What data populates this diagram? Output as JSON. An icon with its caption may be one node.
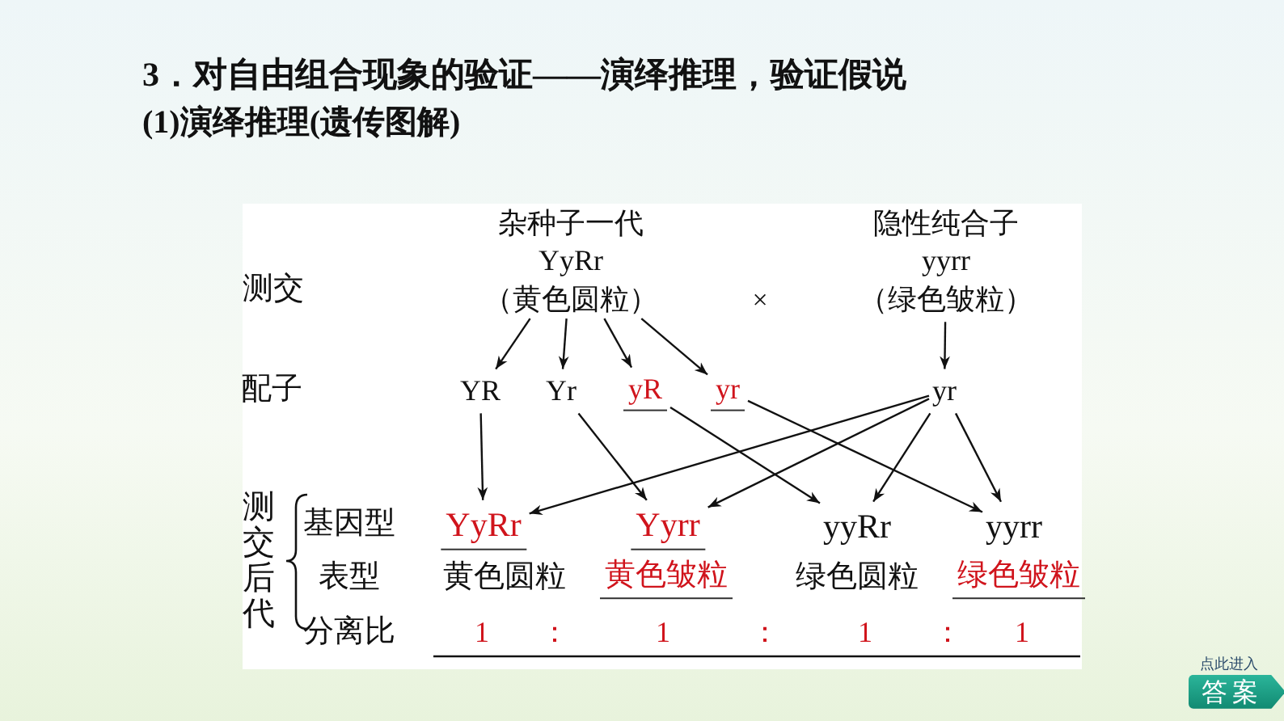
{
  "diagram": {
    "title": "3．对自由组合现象的验证——演绎推理，验证假说",
    "nodes": [
      {
        "text": [
          "杂种子一代",
          "YyRr",
          "（黄色圆粒）"
        ]
      },
      {
        "text": [
          "隐性纯合子",
          "yyrr",
          "（绿色皱粒）"
        ]
      },
      {
        "text": [
          "YR"
        ]
      },
      {
        "text": [
          "Yr"
        ]
      },
      {
        "text": [
          "yR"
        ]
      },
      {
        "text": [
          "yr"
        ]
      },
      {
        "text": [
          "yr"
        ]
      },
      {
        "text": [
          "YyRr"
        ]
      },
      {
        "text": [
          "Yyrr"
        ]
      },
      {
        "text": [
          "yyRr"
        ]
      },
      {
        "text": [
          "yyrr"
        ]
      }
    ],
    "edges": [
      {
        "from": 0,
        "to": 2,
        "arrow": "to"
      },
      {
        "from": 0,
        "to": 3,
        "arrow": "to"
      },
      {
        "from": 0,
        "to": 4,
        "arrow": "to"
      },
      {
        "from": 0,
        "to": 5,
        "arrow": "to"
      },
      {
        "from": 1,
        "to": 6,
        "arrow": "to"
      },
      {
        "from": 2,
        "to": 7,
        "arrow": "to"
      },
      {
        "from": 6,
        "to": 7,
        "arrow": "to"
      },
      {
        "from": 3,
        "to": 8,
        "arrow": "to"
      },
      {
        "from": 6,
        "to": 8,
        "arrow": "to"
      },
      {
        "from": 4,
        "to": 9,
        "arrow": "to"
      },
      {
        "from": 6,
        "to": 9,
        "arrow": "to"
      },
      {
        "from": 5,
        "to": 10,
        "arrow": "to"
      },
      {
        "from": 6,
        "to": 10,
        "arrow": "to"
      }
    ],
    "labels": [
      "(1)演绎推理(遗传图解)",
      "测交",
      "×",
      "配子",
      "测交后代",
      "基因型",
      "表型",
      "分离比",
      "黄色圆粒",
      "黄色皱粒",
      "绿色圆粒",
      "绿色皱粒",
      "1",
      "：",
      "1",
      "：",
      "1",
      "：",
      "1",
      "点此进入",
      "答案"
    ]
  }
}
